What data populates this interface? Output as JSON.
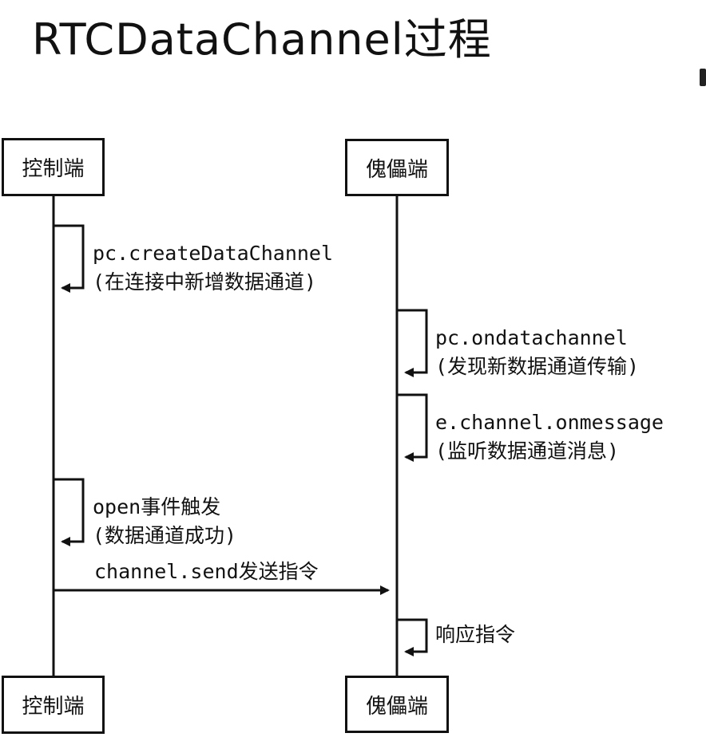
{
  "title": "RTCDataChannel过程",
  "participants": {
    "left": "控制端",
    "right": "傀儡端"
  },
  "messages": [
    {
      "from": "控制端",
      "to": "控制端",
      "line1": "pc.createDataChannel",
      "line2": "(在连接中新增数据通道)"
    },
    {
      "from": "傀儡端",
      "to": "傀儡端",
      "line1": "pc.ondatachannel",
      "line2": "(发现新数据通道传输)"
    },
    {
      "from": "傀儡端",
      "to": "傀儡端",
      "line1": "e.channel.onmessage",
      "line2": "(监听数据通道消息)"
    },
    {
      "from": "控制端",
      "to": "控制端",
      "line1": "open事件触发",
      "line2": "(数据通道成功)"
    },
    {
      "from": "控制端",
      "to": "傀儡端",
      "line1": "channel.send发送指令"
    },
    {
      "from": "傀儡端",
      "to": "傀儡端",
      "line1": "响应指令"
    }
  ]
}
